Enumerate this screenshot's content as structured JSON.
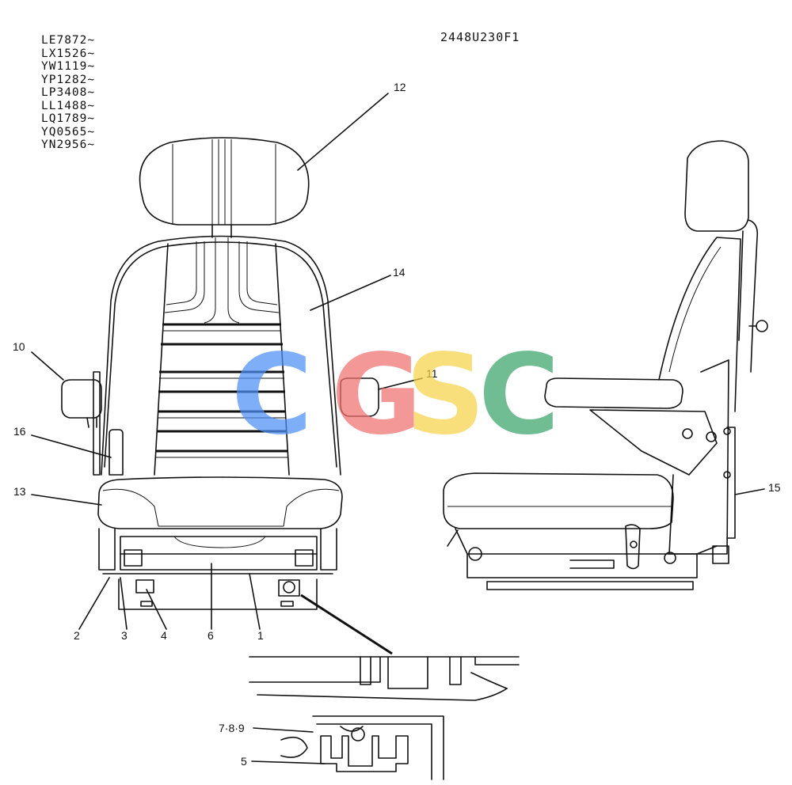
{
  "serials": [
    "LE7872~",
    "LX1526~",
    "YW1119~",
    "YP1282~",
    "LP3408~",
    "LL1488~",
    "LQ1789~",
    "YQ0565~",
    "YN2956~"
  ],
  "drawing_number": "2448U230F1",
  "callouts": {
    "c12": "12",
    "c14": "14",
    "c10": "10",
    "c11": "11",
    "c16": "16",
    "c13": "13",
    "c15": "15",
    "c2": "2",
    "c3": "3",
    "c4": "4",
    "c6": "6",
    "c1": "1",
    "c789": "7·8·9",
    "c5": "5"
  },
  "watermark": {
    "letters": [
      "C",
      "G",
      "S",
      "C"
    ],
    "colors": [
      "#4d8ff5",
      "#f07070",
      "#f7d24a",
      "#3aa36a"
    ]
  }
}
